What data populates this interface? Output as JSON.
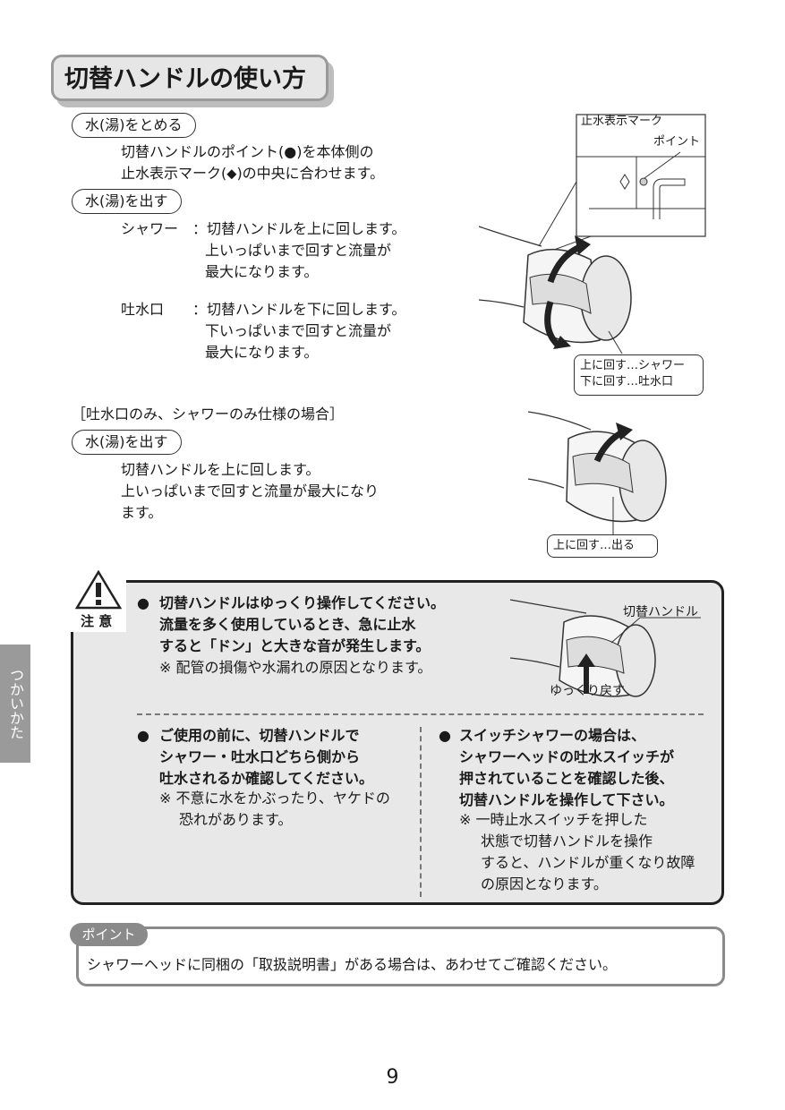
{
  "title": "切替ハンドルの使い方",
  "stop": {
    "label": "水(湯)をとめる",
    "lines": [
      "切替ハンドルのポイント(●)を本体側の",
      "止水表示マーク(⬥)の中央に合わせます。"
    ]
  },
  "flow": {
    "label": "水(湯)を出す",
    "shower_term": "シャワー",
    "shower_lines": [
      "：切替ハンドルを上に回します。",
      "上いっぱいまで回すと流量が",
      "最大になります。"
    ],
    "spout_term": "吐水口",
    "spout_lines": [
      "：切替ハンドルを下に回します。",
      "下いっぱいまで回すと流量が",
      "最大になります。"
    ]
  },
  "single": {
    "heading": "［吐水口のみ、シャワーのみ仕様の場合］",
    "label": "水(湯)を出す",
    "lines": [
      "切替ハンドルを上に回します。",
      "上いっぱいまで回すと流量が最大になり",
      "ます。"
    ]
  },
  "figure1": {
    "mark_label": "止水表示マーク",
    "point_label": "ポイント",
    "caption": [
      "上に回す…シャワー",
      "下に回す…吐水口"
    ]
  },
  "figure2": {
    "caption": "上に回す…出る"
  },
  "caution": {
    "label": "注 意",
    "item1": [
      "切替ハンドルはゆっくり操作してください。",
      "流量を多く使用しているとき、急に止水",
      "すると「ドン」と大きな音が発生します。"
    ],
    "item1_note": "※ 配管の損傷や水漏れの原因となります。",
    "figure_handle_label": "切替ハンドル",
    "figure_return_label": "ゆっくり戻す",
    "item2": [
      "ご使用の前に、切替ハンドルで",
      "シャワー・吐水口どちら側から",
      "吐水されるか確認してください。"
    ],
    "item2_note": [
      "※ 不意に水をかぶったり、ヤケドの",
      "恐れがあります。"
    ],
    "item3": [
      "スイッチシャワーの場合は、",
      "シャワーヘッドの吐水スイッチが",
      "押されていることを確認した後、",
      "切替ハンドルを操作して下さい。"
    ],
    "item3_note": [
      "※ 一時止水スイッチを押した",
      "状態で切替ハンドルを操作",
      "すると、ハンドルが重くなり故障",
      "の原因となります。"
    ]
  },
  "point": {
    "label": "ポイント",
    "text": "シャワーヘッドに同梱の「取扱説明書」がある場合は、あわせてご確認ください。"
  },
  "side_tab": "つかいかた",
  "page_number": "9"
}
